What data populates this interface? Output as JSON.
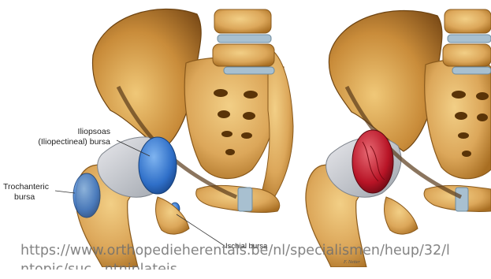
{
  "labels": {
    "iliopsoas_line1": "Iliopsoas",
    "iliopsoas_line2": "(Iliopectineal) bursa",
    "trochanteric_line1": "Trochanteric",
    "trochanteric_line2": "bursa",
    "ischial": "Ischial bursa"
  },
  "watermark": {
    "line1": "https://www.orthopedieherentals.be/nl/specialismen/heup/32/l",
    "line2": "ntopic/suc...ntniplateis"
  },
  "credit": "F. Netter",
  "colors": {
    "bone": "#e0b060",
    "bone_shadow": "#b07a2c",
    "bursa_blue": "#3c7fd6",
    "bursa_red": "#c01e2c",
    "cartilage": "#a8c0d0"
  }
}
